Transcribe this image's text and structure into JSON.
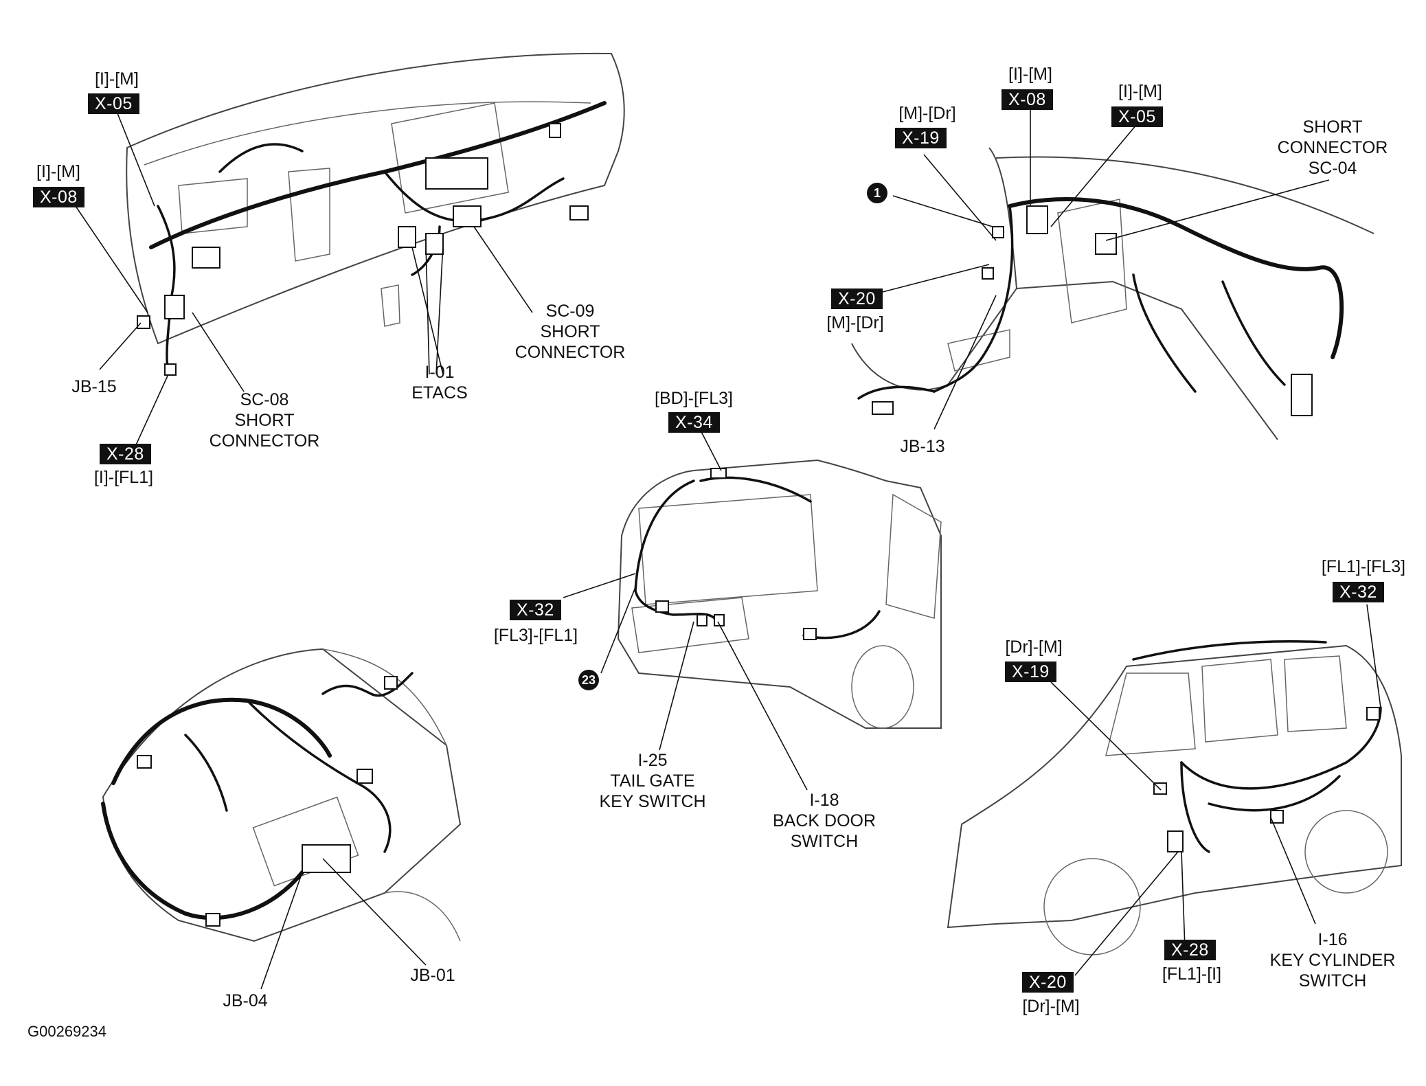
{
  "figure_id": "G00269234",
  "dashboard": {
    "x05": {
      "route": "[I]-[M]",
      "tag": "X-05"
    },
    "x08": {
      "route": "[I]-[M]",
      "tag": "X-08"
    },
    "jb15": "JB-15",
    "x28": {
      "tag": "X-28",
      "route": "[I]-[FL1]"
    },
    "sc08": "SC-08\nSHORT\nCONNECTOR",
    "i01": "I-01\nETACS",
    "sc09": "SC-09\nSHORT\nCONNECTOR"
  },
  "floor": {
    "x08": {
      "route": "[I]-[M]",
      "tag": "X-08"
    },
    "x05": {
      "route": "[I]-[M]",
      "tag": "X-05"
    },
    "x19": {
      "route": "[M]-[Dr]",
      "tag": "X-19"
    },
    "sc04": "SHORT\nCONNECTOR\nSC-04",
    "marker1": "1",
    "x20": {
      "tag": "X-20",
      "route": "[M]-[Dr]"
    },
    "jb13": "JB-13"
  },
  "tailgate": {
    "x34": {
      "route": "[BD]-[FL3]",
      "tag": "X-34"
    },
    "x32": {
      "tag": "X-32",
      "route": "[FL3]-[FL1]"
    },
    "marker23": "23",
    "i25": "I-25\nTAIL GATE\nKEY SWITCH",
    "i18": "I-18\nBACK DOOR\nSWITCH"
  },
  "engine": {
    "jb04": "JB-04",
    "jb01": "JB-01"
  },
  "side": {
    "x32": {
      "route": "[FL1]-[FL3]",
      "tag": "X-32"
    },
    "x19": {
      "route": "[Dr]-[M]",
      "tag": "X-19"
    },
    "x28": {
      "tag": "X-28",
      "route": "[FL1]-[I]"
    },
    "x20": {
      "tag": "X-20",
      "route": "[Dr]-[M]"
    },
    "i16": "I-16\nKEY CYLINDER\nSWITCH"
  }
}
